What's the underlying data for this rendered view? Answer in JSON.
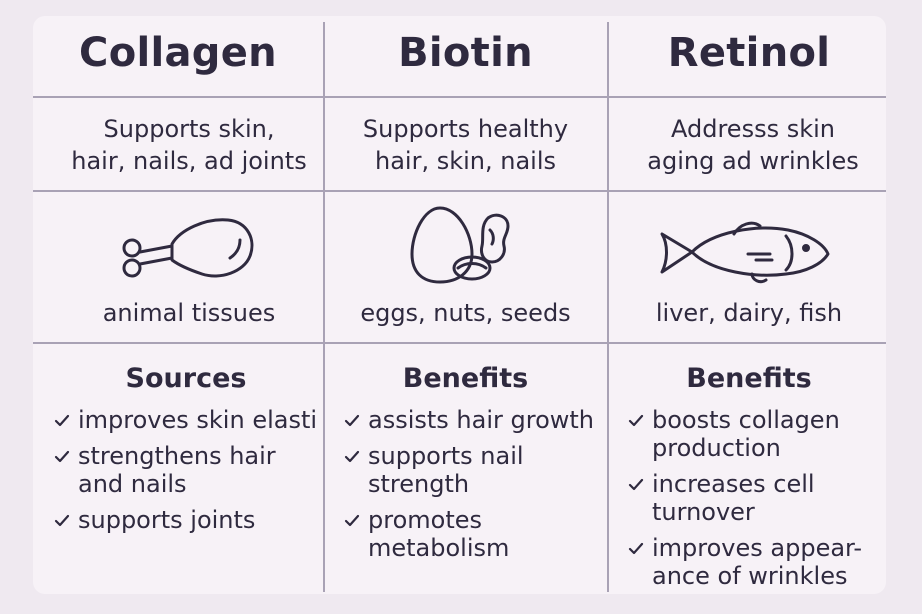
{
  "columns": [
    {
      "title": "Collagen",
      "description": [
        "Supports skin,",
        "hair, nails, ad joints"
      ],
      "icon": "chicken-leg-icon",
      "source": "animal tissues",
      "section_heading": "Sources",
      "items": [
        [
          "improves skin elasti"
        ],
        [
          "strengthens hair",
          "and nails"
        ],
        [
          "supports joints"
        ]
      ]
    },
    {
      "title": "Biotin",
      "description": [
        "Supports healthy",
        "hair, skin, nails"
      ],
      "icon": "eggs-nuts-icon",
      "source": "eggs, nuts, seeds",
      "section_heading": "Benefits",
      "items": [
        [
          "assists hair growth"
        ],
        [
          "supports nail",
          "strength"
        ],
        [
          "promotes",
          "metabolism"
        ]
      ]
    },
    {
      "title": "Retinol",
      "description": [
        "Addresss skin",
        "aging ad wrinkles"
      ],
      "icon": "fish-icon",
      "source": "liver, dairy, fish",
      "section_heading": "Benefits",
      "items": [
        [
          "boosts collagen",
          "production"
        ],
        [
          "increases cell",
          "turnover"
        ],
        [
          "improves appear-",
          "ance of wrinkles"
        ]
      ]
    }
  ],
  "colors": {
    "background": "#efe9f0",
    "card": "#f7f2f7",
    "grid_line": "#a9a2b5",
    "text": "#2f2a3f"
  }
}
